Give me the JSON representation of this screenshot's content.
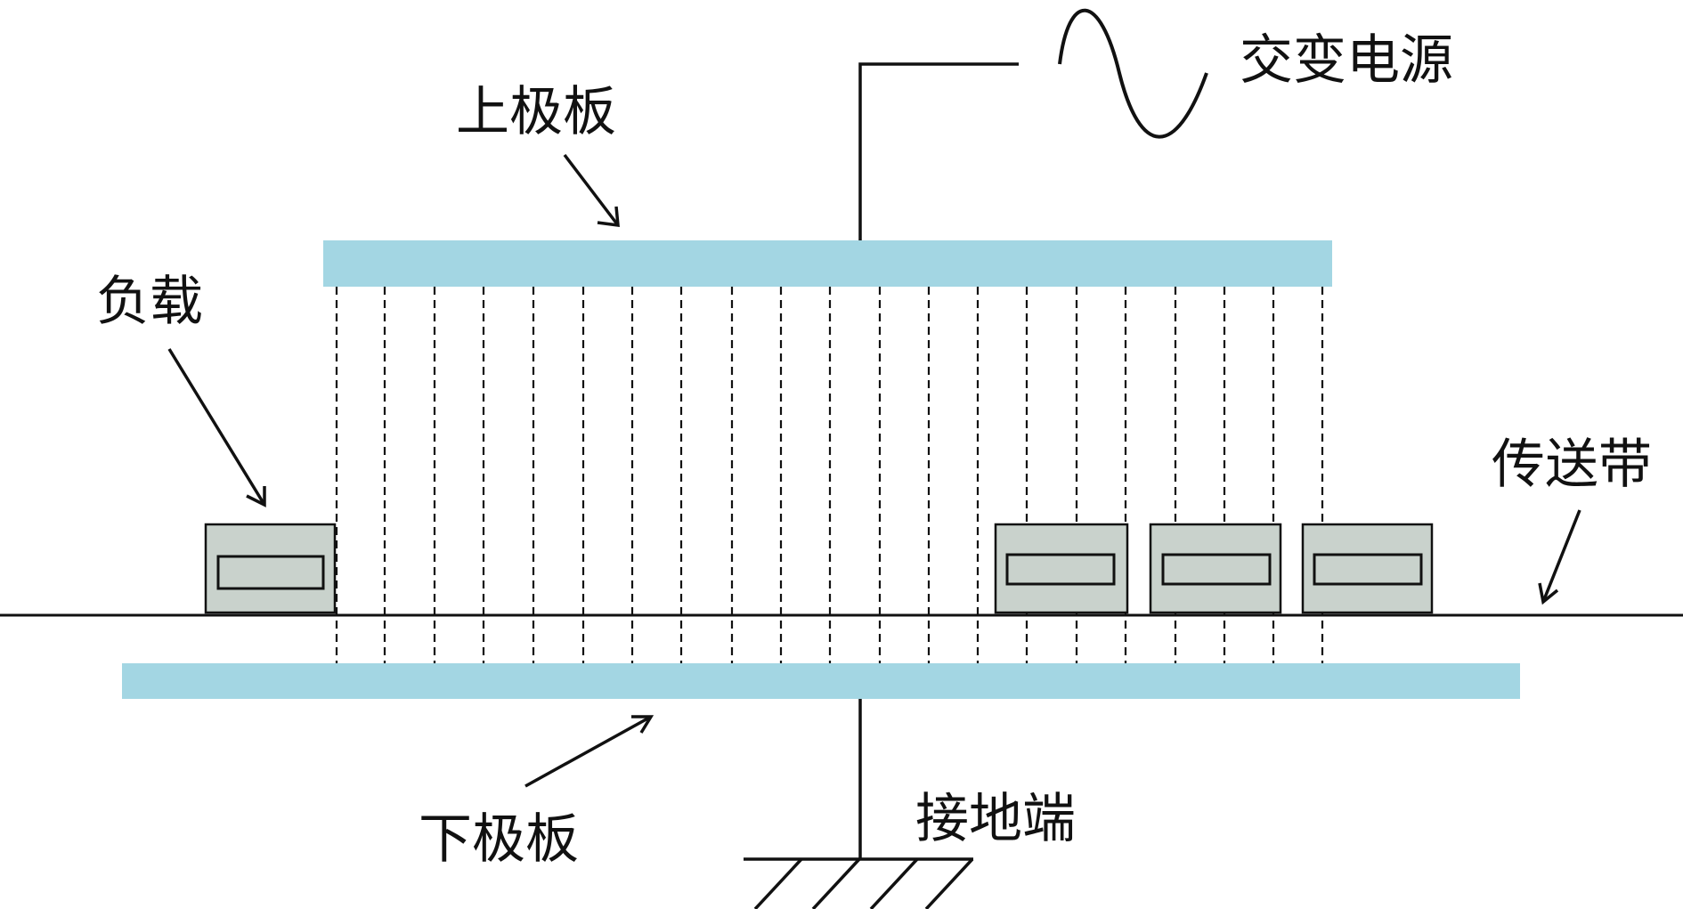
{
  "labels": {
    "ac_source": "交变电源",
    "upper_plate": "上极板",
    "load": "负载",
    "conveyor": "传送带",
    "lower_plate": "下极板",
    "ground": "接地端"
  },
  "colors": {
    "plate": "#a3d6e3",
    "load_fill": "#c9d2cc",
    "line": "#111111"
  },
  "icons": {
    "ac_source": "sine-wave-icon",
    "ground": "ground-symbol-icon"
  }
}
